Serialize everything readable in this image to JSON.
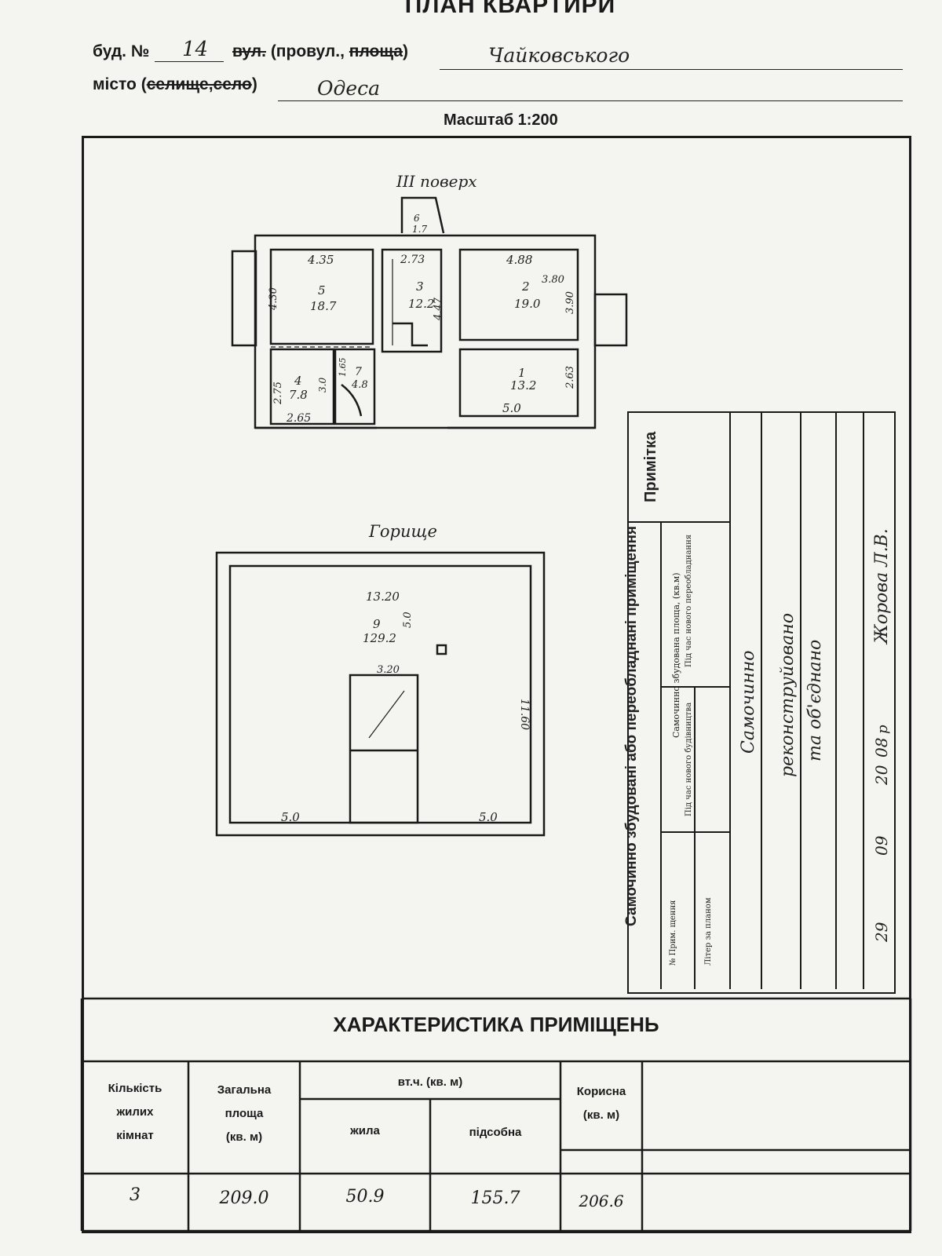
{
  "header": {
    "title": "ПЛАН КВАРТИРИ",
    "bud_label": "буд. №",
    "bud_value": "14",
    "street_struck": "вул.",
    "street_kept": "(провул.,",
    "street_struck2": "площа",
    "street_close": ")",
    "street_value": "Чайковського",
    "city_label": "місто (",
    "city_struck": "селище,село",
    "city_close": ")",
    "city_value": "Одеса",
    "scale": "Масштаб 1:200"
  },
  "plan": {
    "floor_title": "III поверх",
    "attic_title": "Горище",
    "rooms": [
      {
        "no": "5",
        "area": "18.7",
        "w": "4.35",
        "h": "4.30"
      },
      {
        "no": "3",
        "area": "12.2",
        "w": "2.73",
        "h": "4.47"
      },
      {
        "no": "2",
        "area": "19.0",
        "w": "4.88",
        "h": "3.90",
        "h2": "3.80"
      },
      {
        "no": "4",
        "area": "7.8",
        "w": "2.65",
        "h": "2.75"
      },
      {
        "no": "7",
        "area": "4.8",
        "w": "1.65",
        "h": "3.0"
      },
      {
        "no": "1",
        "area": "13.2",
        "w": "5.0",
        "h": "2.63"
      },
      {
        "no": "6",
        "area": "1.7"
      }
    ],
    "attic": {
      "no": "9",
      "area": "129.2",
      "w": "13.20",
      "h": "11.60",
      "inner_w": "3.20",
      "inner_h": "5.0",
      "bottom_left": "5.0",
      "bottom_right": "5.0"
    }
  },
  "side_table": {
    "header_primitka": "Примітка",
    "header_main": "Самочинно збудовані або переобладнані приміщення",
    "col_lit": "Літер за планом",
    "col_no": "№ Прим. щення",
    "col_area": "Самочинно збудована площа, (кв.м)",
    "col_before": "Під час нового будівництва",
    "col_after": "Під час нового переобладнання",
    "note1": "Самочинно",
    "note2": "реконструйовано",
    "note3": "та об'єднано",
    "date_prefix": "\"",
    "date_day": "29",
    "date_month": "09",
    "date_year_prefix": "20",
    "date_year": "08",
    "date_suffix": "р",
    "signature": "Жорова Л.В."
  },
  "characteristics": {
    "title": "ХАРАКТЕРИСТИКА ПРИМІЩЕНЬ",
    "col_rooms": [
      "Кількість",
      "жилих",
      "кімнат"
    ],
    "col_total": [
      "Загальна",
      "площа",
      "(кв. м)"
    ],
    "col_incl": "вт.ч. (кв. м)",
    "col_living": "жила",
    "col_aux": "підсобна",
    "col_useful": [
      "Корисна",
      "(кв. м)"
    ],
    "values": {
      "rooms": "3",
      "total": "209.0",
      "living": "50.9",
      "aux": "155.7",
      "useful": "206.6"
    }
  }
}
